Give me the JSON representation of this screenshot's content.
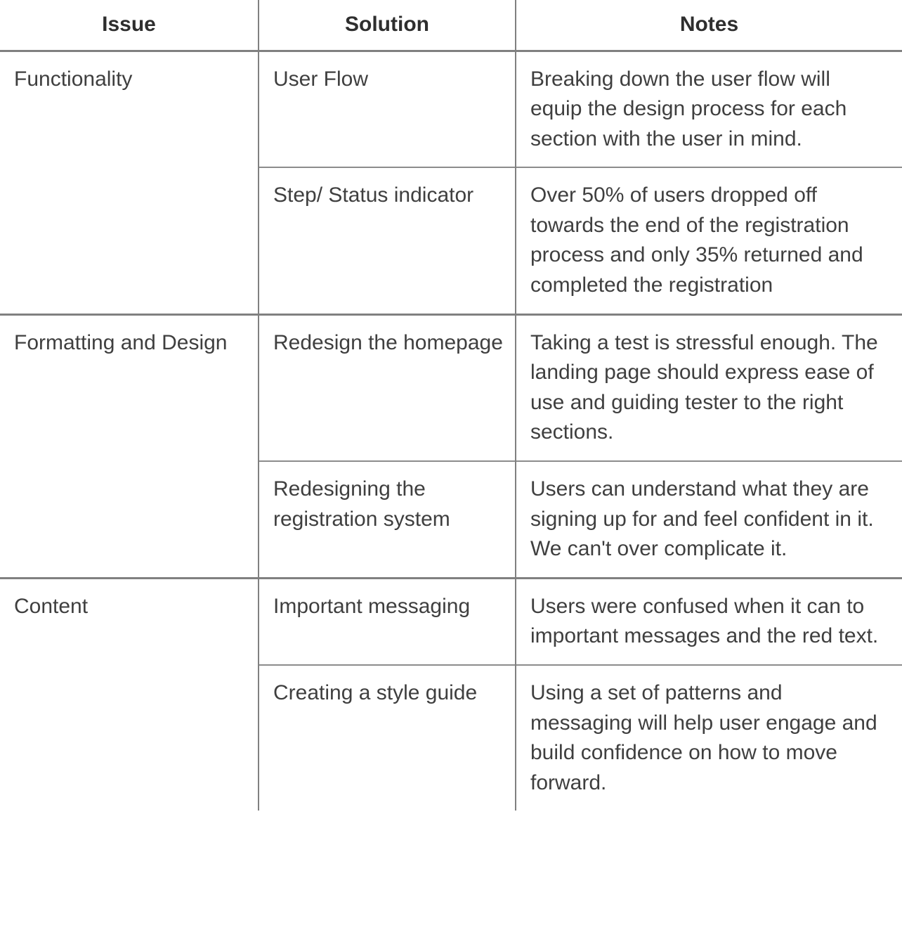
{
  "table": {
    "columns": [
      {
        "key": "issue",
        "label": "Issue"
      },
      {
        "key": "solution",
        "label": "Solution"
      },
      {
        "key": "notes",
        "label": "Notes"
      }
    ],
    "colors": {
      "text": "#3f3f3f",
      "header_text": "#2e2e2e",
      "border": "#808080",
      "background": "#ffffff"
    },
    "groups": [
      {
        "issue": "Functionality",
        "rows": [
          {
            "solution": "User Flow",
            "notes": "Breaking down the user flow will equip the design process for each section with the user in mind."
          },
          {
            "solution": "Step/ Status indicator",
            "notes": "Over 50% of users dropped off towards the end of the registration process and only 35% returned and completed the registration"
          }
        ]
      },
      {
        "issue": "Formatting and Design",
        "rows": [
          {
            "solution": "Redesign the homepage",
            "notes": "Taking a test is stressful enough. The landing page should express ease of use and guiding tester to the right sections."
          },
          {
            "solution": "Redesigning the registration system",
            "notes": "Users can understand what they are signing up for and feel confident in it. We can't over complicate it."
          }
        ]
      },
      {
        "issue": "Content",
        "rows": [
          {
            "solution": "Important messaging",
            "notes": "Users were confused when it can to important messages and the red text."
          },
          {
            "solution": "Creating a style guide",
            "notes": "Using a set of patterns and messaging will help user engage and build confidence on how to move forward."
          }
        ]
      }
    ]
  }
}
